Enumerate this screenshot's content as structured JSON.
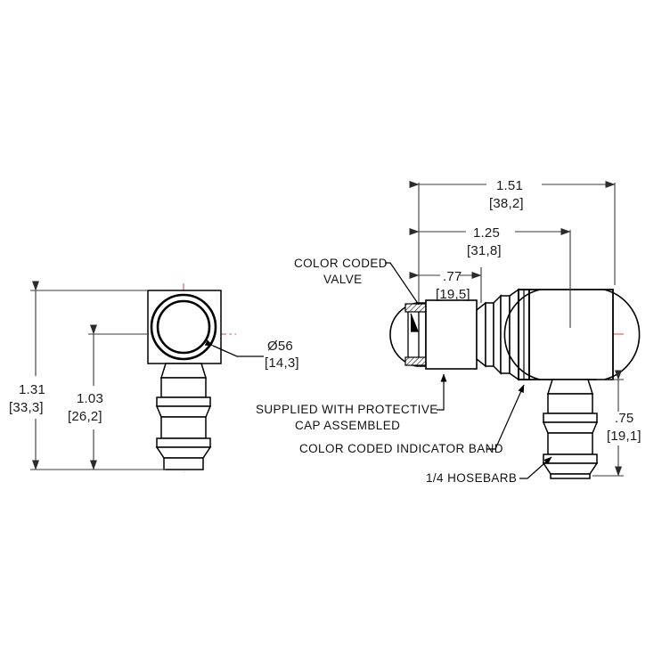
{
  "drawing": {
    "title": "Right-angle color coded valve with 1/4 hosebarb",
    "background_color": "#ffffff",
    "line_color": "#000000",
    "dimension_line_color": "#3a3a3a",
    "centerline_color": "#e4443a"
  },
  "dimensions": {
    "front_height_overall": {
      "inch": "1.31",
      "mm": "[33,3]"
    },
    "front_height_body": {
      "inch": "1.03",
      "mm": "[26,2]"
    },
    "diameter_callout": {
      "inch": "Ø56",
      "mm": "[14,3]"
    },
    "side_length_overall": {
      "inch": "1.51",
      "mm": "[38,2]"
    },
    "side_length_body": {
      "inch": "1.25",
      "mm": "[31,8]"
    },
    "side_length_valve": {
      "inch": ".77",
      "mm": "[19,5]"
    },
    "side_height_barb": {
      "inch": ".75",
      "mm": "[19,1]"
    }
  },
  "annotations": {
    "valve_line1": "COLOR CODED",
    "valve_line2": "VALVE",
    "cap_line1": "SUPPLIED WITH PROTECTIVE",
    "cap_line2": "CAP ASSEMBLED",
    "band": "COLOR CODED INDICATOR BAND",
    "hosebarb": "1/4 HOSEBARB"
  },
  "views": {
    "front": {
      "name": "front-view"
    },
    "side": {
      "name": "side-view"
    }
  }
}
